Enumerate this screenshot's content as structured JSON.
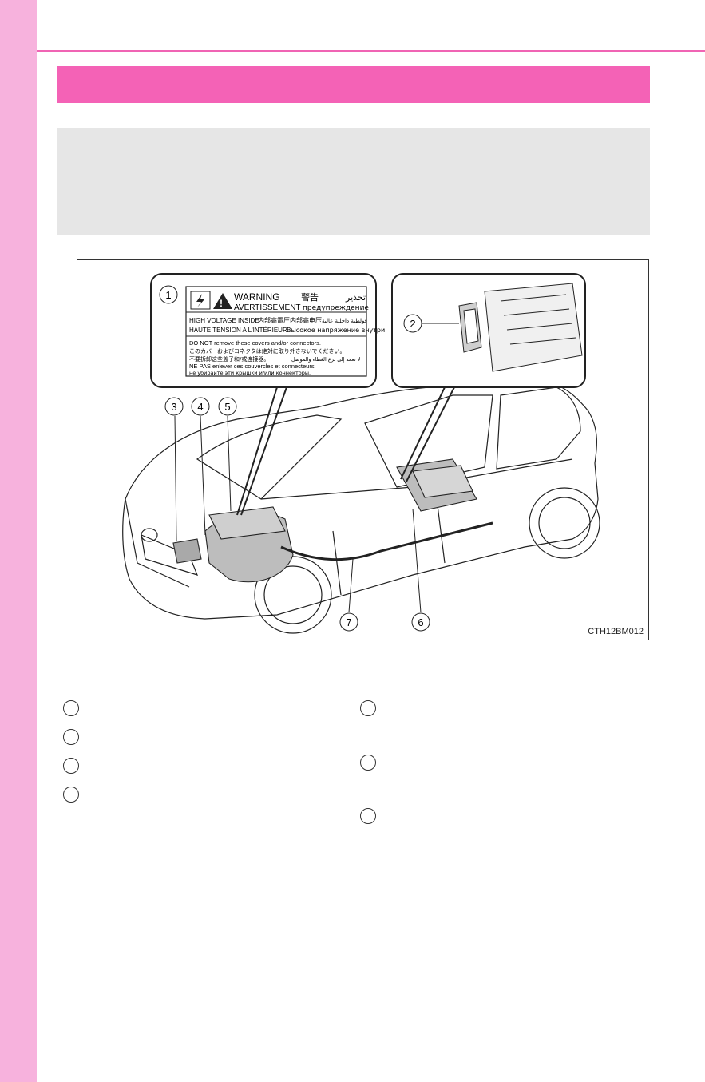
{
  "figure": {
    "code": "CTH12BM012",
    "callouts": [
      "1",
      "2",
      "3",
      "4",
      "5",
      "6",
      "7"
    ],
    "label": {
      "warning_en": "WARNING",
      "warning_ja": "警告",
      "warning_ar": "تحذير",
      "warning_fr": "AVERTISSEMENT",
      "warning_ru": "предупреждение",
      "hv_en": "HIGH VOLTAGE INSIDE",
      "hv_ja": "内部高電圧",
      "hv_zh": "内部高电压",
      "hv_ar": "فولطية داخلية عالية",
      "hv_fr": "HAUTE TENSION A L'INTÉRIEUR",
      "hv_ru": "Высокое напряжение внутри",
      "caution_en": "DO NOT remove these covers and/or connectors.",
      "caution_ja": "このカバーおよびコネクタは絶対に取り外さないでください。",
      "caution_zh": "不要拆卸这些盖子和/或连接器。",
      "caution_ar": "لا تعمد إلى نزع الغطاء والموصل",
      "caution_fr": "NE PAS enlever ces couvercles et connecteurs.",
      "caution_ru": "не убирайте эти крышки и/или коннекторы."
    }
  }
}
